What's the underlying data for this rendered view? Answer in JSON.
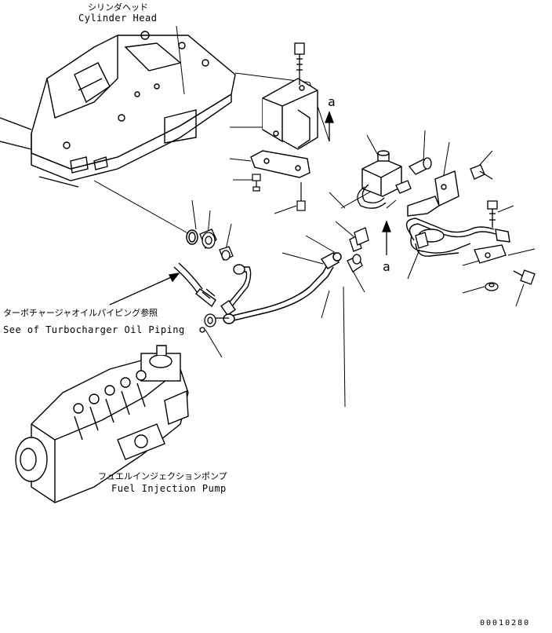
{
  "labels": {
    "cylinder_head_jp": "シリンダヘッド",
    "cylinder_head_en": "Cylinder Head",
    "turbo_jp": "ターボチャージャオイルパイピング参照",
    "turbo_en": "See of Turbocharger Oil Piping",
    "pump_jp": "フュエルインジェクションポンプ",
    "pump_en": "Fuel Injection Pump",
    "view_a_top": "a",
    "view_a_bottom": "a",
    "drawing_number": "00010280"
  }
}
